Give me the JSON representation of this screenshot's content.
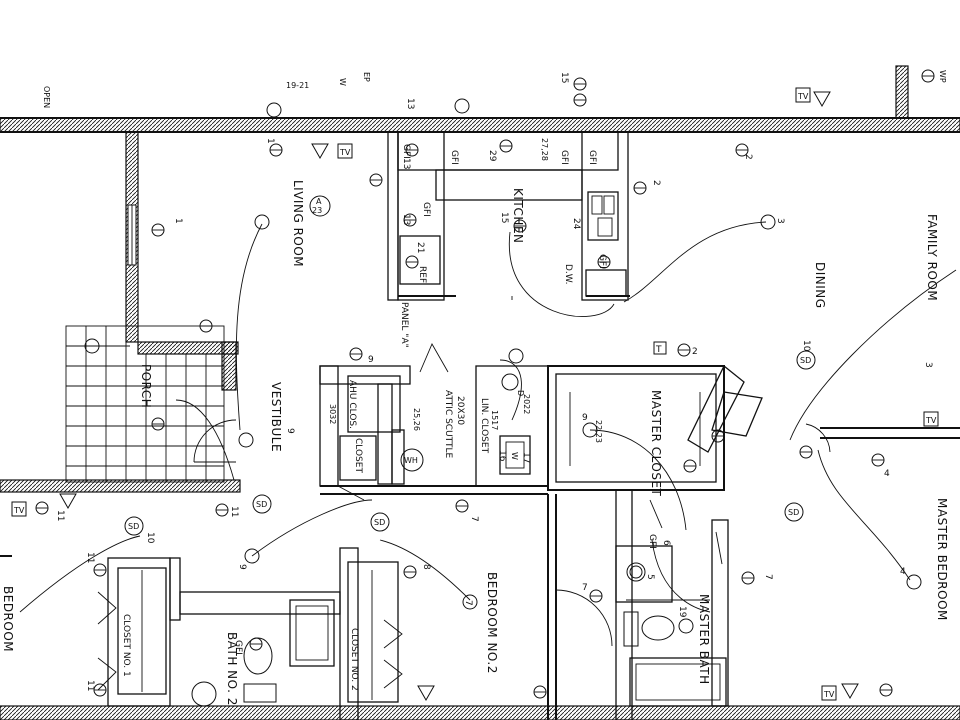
{
  "rooms": {
    "living_room": "LIVING ROOM",
    "kitchen": "KITCHEN",
    "dining": "DINING",
    "family_room": "FAMILY ROOM",
    "porch": "PORCH",
    "vestibule": "VESTIBULE",
    "master_closet": "MASTER CLOSET",
    "master_bedroom": "MASTER BEDROOM",
    "bedroom_no2": "BEDROOM NO.2",
    "master_bath": "MASTER BATH",
    "bath_no2": "BATH NO. 2",
    "closet_no1": "CLOSET NO. 1",
    "closet_no2": "CLOSET NO. 2",
    "bedroom": "BEDROOM",
    "closet": "CLOSET",
    "linen_closet": "LIN. CLOSET",
    "ahu_closet": "AHU CLOS.",
    "attic_scuttle": "ATTIC SCUTTLE",
    "attic_size": "20X30",
    "panel_a": "PANEL \"A\""
  },
  "labels": {
    "gfi": "GFI",
    "sd": "SD",
    "tv": "TV",
    "ref": "REF",
    "dw": "D.W.",
    "wh": "WH",
    "ac": "A",
    "ac_circuit": "23",
    "t": "T",
    "wp": "WP",
    "open": "OPEN",
    "ep": "EP",
    "w": "W",
    "d": "D",
    "size_3032": "3032",
    "size_2022": "2022",
    "circuit_2527": "27,28",
    "circuit_2526": "25,26",
    "circuit_1921": "19-21",
    "circuit_1517": "1517",
    "circuit_2223": "22,23"
  },
  "circuit_numbers": [
    "1",
    "2",
    "3",
    "4",
    "5",
    "6",
    "7",
    "8",
    "9",
    "10",
    "11",
    "13",
    "15",
    "16",
    "17",
    "19",
    "21",
    "24",
    "29"
  ]
}
